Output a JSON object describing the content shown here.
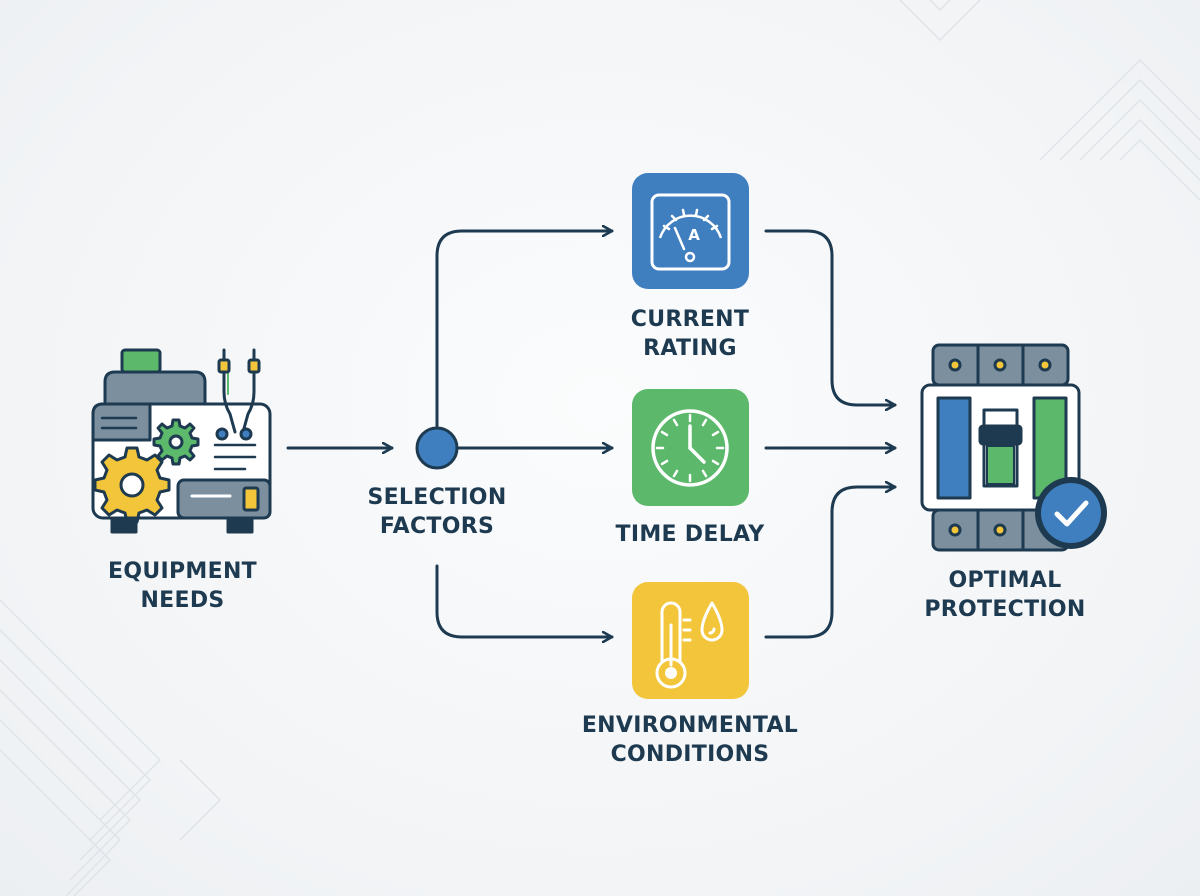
{
  "nodes": {
    "equipment_needs": {
      "line1": "EQUIPMENT",
      "line2": "NEEDS"
    },
    "selection_factors": {
      "line1": "SELECTION",
      "line2": "FACTORS"
    },
    "current_rating": {
      "line1": "CURRENT",
      "line2": "RATING",
      "meter_symbol": "A"
    },
    "time_delay": {
      "line1": "TIME DELAY"
    },
    "environmental_conditions": {
      "line1": "ENVIRONMENTAL",
      "line2": "CONDITIONS"
    },
    "optimal_protection": {
      "line1": "OPTIMAL",
      "line2": "PROTECTION"
    }
  },
  "colors": {
    "stroke": "#1d3a50",
    "blue": "#3f7fc0",
    "green": "#5cb86a",
    "yellow": "#f2c53a",
    "background": "#f3f5f7"
  },
  "icons": {
    "equipment": "machinery-gears-icon",
    "current": "ammeter-icon",
    "time": "clock-icon",
    "environment": "thermometer-droplet-icon",
    "protection": "circuit-breaker-check-icon"
  }
}
